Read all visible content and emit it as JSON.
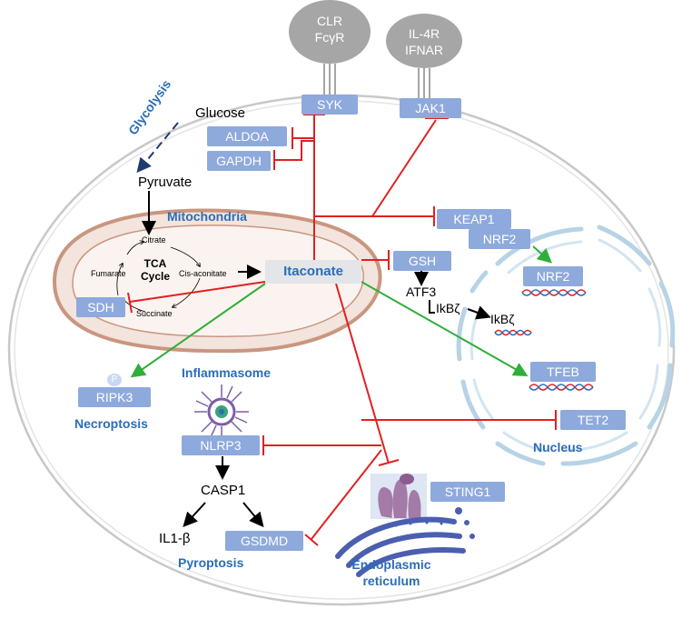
{
  "receptors": {
    "clr": [
      "CLR",
      "FcγR"
    ],
    "il4r": [
      "IL-4R",
      "IFNAR"
    ]
  },
  "proteins": {
    "syk": "SYK",
    "jak1": "JAK1",
    "aldoa": "ALDOA",
    "gapdh": "GAPDH",
    "keap1": "KEAP1",
    "nrf2_cyto": "NRF2",
    "nrf2_nuc": "NRF2",
    "gsh": "GSH",
    "sdh": "SDH",
    "ripk3": "RIPK3",
    "tfeb": "TFEB",
    "tet2": "TET2",
    "nlrp3": "NLRP3",
    "sting1": "STING1",
    "gsdmd": "GSDMD"
  },
  "metabolites": {
    "glucose": "Glucose",
    "pyruvate": "Pyruvate",
    "citrate": "Citrate",
    "fumarate": "Fumarate",
    "tca": [
      "TCA",
      "Cycle"
    ],
    "cis_aconitate": "Cis-aconitate",
    "succinate": "Succinate",
    "itaconate": "Itaconate"
  },
  "labels": {
    "glycolysis": "Glycolysis",
    "mitochondria": "Mitochondria",
    "inflammasome": "Inflammasome",
    "necroptosis": "Necroptosis",
    "pyroptosis": "Pyroptosis",
    "nucleus": "Nucleus",
    "er": [
      "Endoplasmic",
      "reticulum"
    ],
    "atf3": "ATF3",
    "ikbz1": "IkBζ",
    "ikbz2": "IkBζ",
    "casp1": "CASP1",
    "il1b": "IL1-β",
    "phospho": "P"
  },
  "colors": {
    "protein_box": "#8ea9dc",
    "label_blue": "#2a6db8",
    "inhibit_red": "#e02020",
    "activate_green": "#2fae3a",
    "cell_outline": "#c8c8c8",
    "receptor_grey": "#a6a6a6",
    "mito_fill": "#f3e4dd",
    "mito_outline": "#c9967f"
  }
}
